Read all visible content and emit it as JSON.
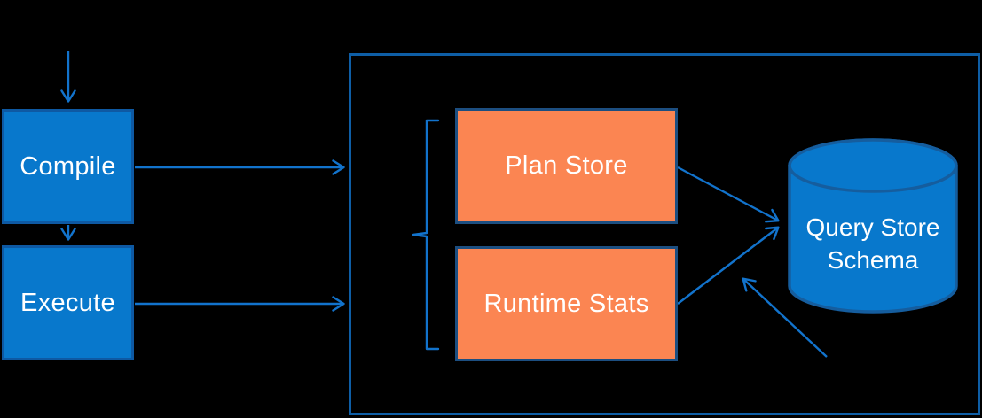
{
  "colors": {
    "background": "#000000",
    "blue_fill": "#0878CC",
    "blue_border": "#0E59A3",
    "orange_fill": "#FB8552",
    "orange_border": "#1C4E80",
    "arrow": "#1273CC",
    "container_border": "#0E5EA6",
    "cylinder_fill": "#0878CC",
    "cylinder_border": "#155D9E",
    "text": "#FFFFFF"
  },
  "nodes": {
    "compile": {
      "label": "Compile"
    },
    "execute": {
      "label": "Execute"
    },
    "plan_store": {
      "label": "Plan Store"
    },
    "runtime_stats": {
      "label": "Runtime Stats"
    },
    "query_store_schema": {
      "label_line1": "Query Store",
      "label_line2": "Schema"
    }
  },
  "icons": {
    "database_cylinder": "database-cylinder-icon",
    "grouping_bracket": "left-curly-bracket-shape"
  }
}
